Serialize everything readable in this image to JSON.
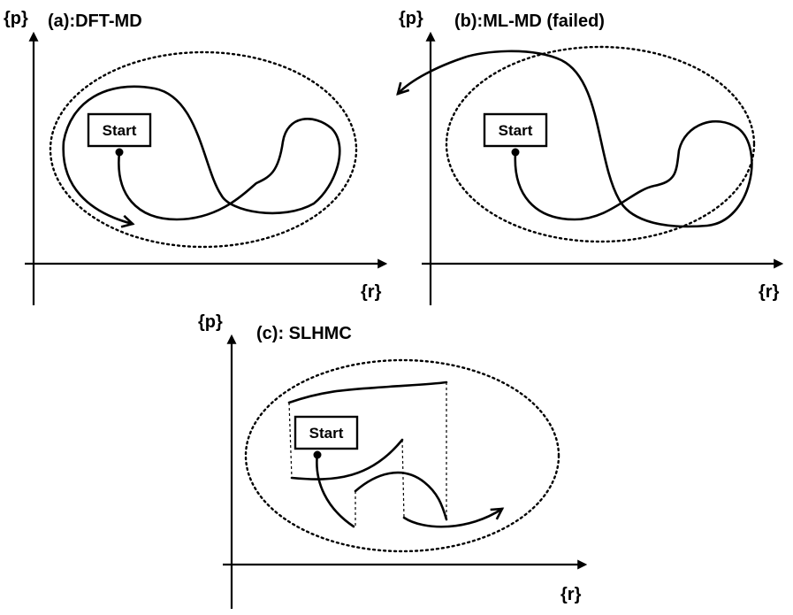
{
  "panels": {
    "a": {
      "title": "(a):DFT-MD",
      "y_axis_label": "{p}",
      "x_axis_label": "{r}",
      "start_label": "Start"
    },
    "b": {
      "title": "(b):ML-MD (failed)",
      "y_axis_label": "{p}",
      "x_axis_label": "{r}",
      "start_label": "Start"
    },
    "c": {
      "title": "(c): SLHMC",
      "y_axis_label": "{p}",
      "x_axis_label": "{r}",
      "start_label": "Start"
    }
  }
}
